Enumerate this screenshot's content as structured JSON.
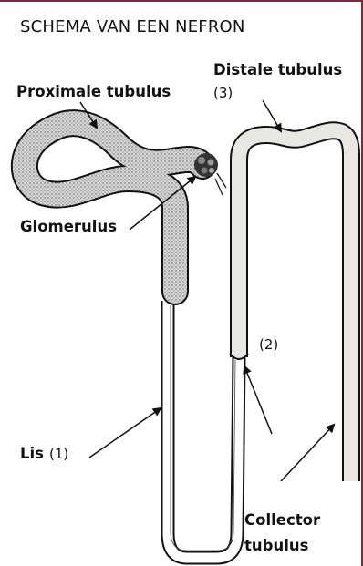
{
  "title": "SCHEMA VAN EEN NEFRON",
  "labels": {
    "proximale": "Proximale tubulus",
    "distale": "Distale tubulus",
    "distale_num": "(3)",
    "glomerulus": "Glomerulus",
    "lis": "Lis",
    "lis_num": "(1)",
    "num2": "(2)",
    "collector_line1": "Collector",
    "collector_line2": "tubulus"
  },
  "colors": {
    "frame": "#7a2a3c",
    "proximal_fill": "#cfcfcf",
    "distal_fill": "#e8e8e2",
    "outline": "#111111",
    "background": "#ffffff"
  },
  "icons": {
    "arrow": "black arrow pointing to nephron segment",
    "glomerulus": "capillary knot"
  }
}
